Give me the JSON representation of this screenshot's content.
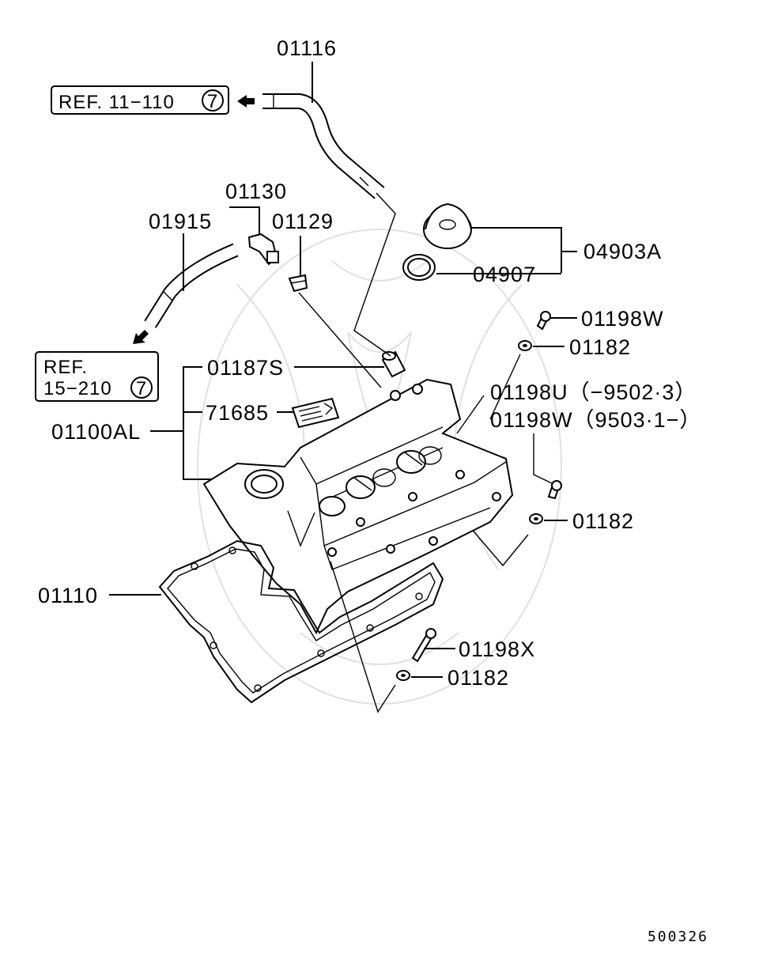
{
  "diagram": {
    "part_labels": {
      "p01116": "01116",
      "p01130": "01130",
      "p01915": "01915",
      "p01129": "01129",
      "p04903A": "04903A",
      "p04907": "04907",
      "p01198W_top": "01198W",
      "p01182_top": "01182",
      "p01187S": "01187S",
      "p71685": "71685",
      "p01100AL": "01100AL",
      "p01198U": "01198U（−9502·3）",
      "p01198W_range": "01198W（9503·1−）",
      "p01182_mid": "01182",
      "p01110": "01110",
      "p01198X": "01198X",
      "p01182_bot": "01182"
    },
    "references": {
      "ref_top": "REF. 11−110",
      "ref_top_circle": "7",
      "ref_left_line1": "REF.",
      "ref_left_line2": "15−210",
      "ref_left_circle": "7"
    },
    "footer_code": "500326"
  }
}
